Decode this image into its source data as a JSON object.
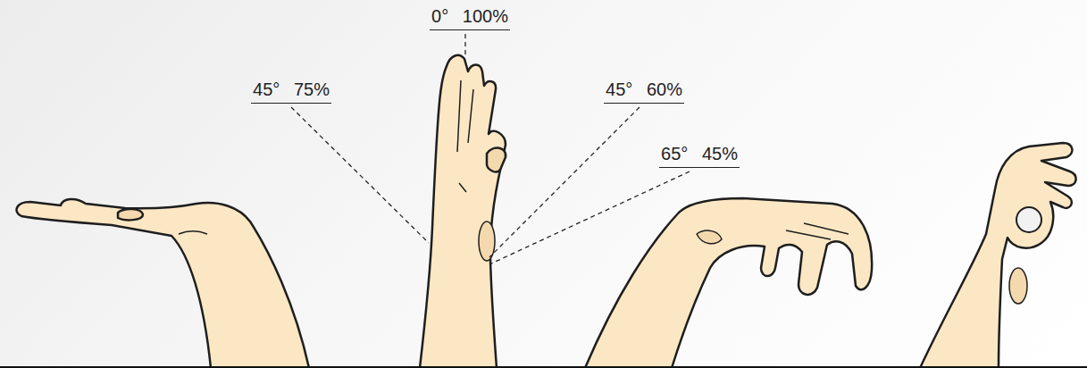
{
  "diagram": {
    "labels": [
      "0° 100%",
      "45° 75%",
      "45° 60%",
      "65° 45%"
    ]
  }
}
